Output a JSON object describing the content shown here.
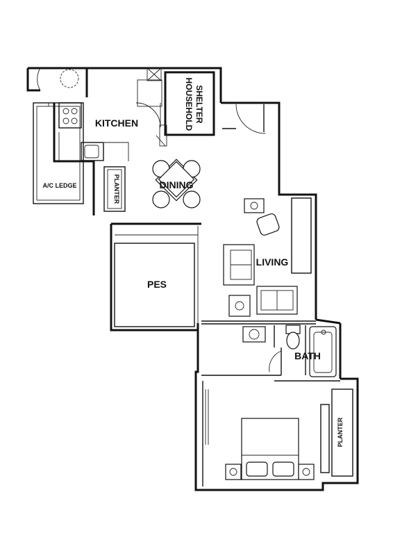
{
  "labels": {
    "kitchen": "KITCHEN",
    "household": "HOUSEHOLD",
    "shelter": "SHELTER",
    "ac_ledge": "A/C LEDGE",
    "planter_left": "PLANTER",
    "dining": "DINING",
    "pes": "PES",
    "living": "LIVING",
    "bath": "BATH",
    "planter_right": "PLANTER"
  }
}
